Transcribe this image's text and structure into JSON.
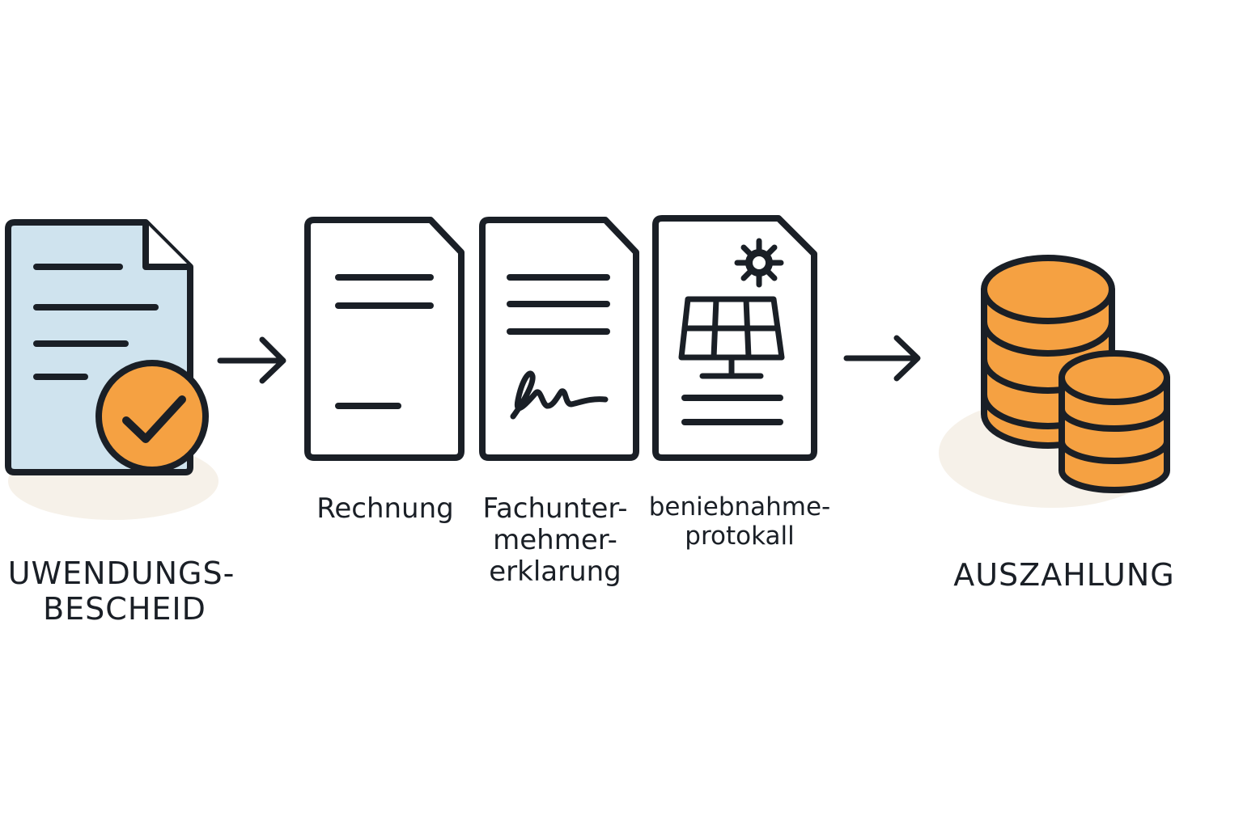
{
  "steps": {
    "bescheid": {
      "lines": [
        "UWENDUNGS-",
        "BESCHEID"
      ],
      "icon": "approved-document-icon"
    },
    "rechnung": {
      "lines": [
        "Rechnung"
      ],
      "icon": "invoice-document-icon"
    },
    "fachunternehmer": {
      "lines": [
        "Fachunter-",
        "mehmer-",
        "erklarung"
      ],
      "icon": "signed-document-icon"
    },
    "protokoll": {
      "lines": [
        "beniebnahme-",
        "protokall"
      ],
      "icon": "solar-protocol-document-icon"
    },
    "auszahlung": {
      "lines": [
        "AUSZAHLUNG"
      ],
      "icon": "coin-stacks-icon"
    }
  },
  "colors": {
    "outline": "#1a1f26",
    "doc_fill_blue": "#cfe3ee",
    "accent_orange": "#f5a142",
    "shadow": "#f6f1e9"
  }
}
